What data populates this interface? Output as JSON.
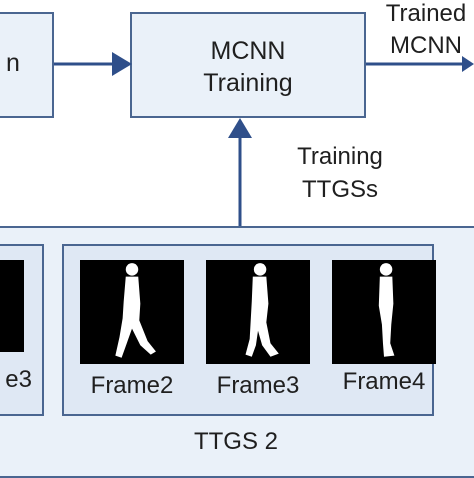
{
  "left_box": {
    "label": "n"
  },
  "mcnn_box": {
    "line1": "MCNN",
    "line2": "Training"
  },
  "output": {
    "line1": "Trained",
    "line2": "MCNN"
  },
  "training_input": {
    "line1": "Training",
    "line2": "TTGSs"
  },
  "ttgs_group": {
    "label": "TTGS 2",
    "frames": [
      {
        "label": "Frame2"
      },
      {
        "label": "Frame3"
      },
      {
        "label": "Frame4"
      }
    ]
  },
  "left_group": {
    "partial_label": "e3"
  },
  "colors": {
    "arrow": "#2f4f8a",
    "box_fill": "#eaf1f9",
    "box_border": "#4a6691"
  }
}
